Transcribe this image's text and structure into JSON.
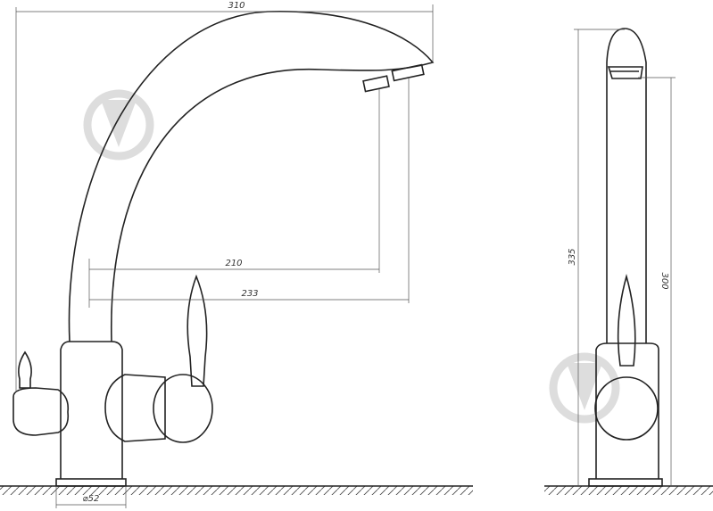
{
  "drawing": {
    "front_view": {
      "dimensions": {
        "overall_reach": "310",
        "spout_reach_1": "210",
        "spout_reach_2": "233",
        "base_diameter": "⌀52"
      }
    },
    "side_view": {
      "dimensions": {
        "overall_height": "335",
        "spout_height": "300"
      }
    },
    "watermark_icon": "droplet-in-circle-icon",
    "line_color": "#222222"
  }
}
